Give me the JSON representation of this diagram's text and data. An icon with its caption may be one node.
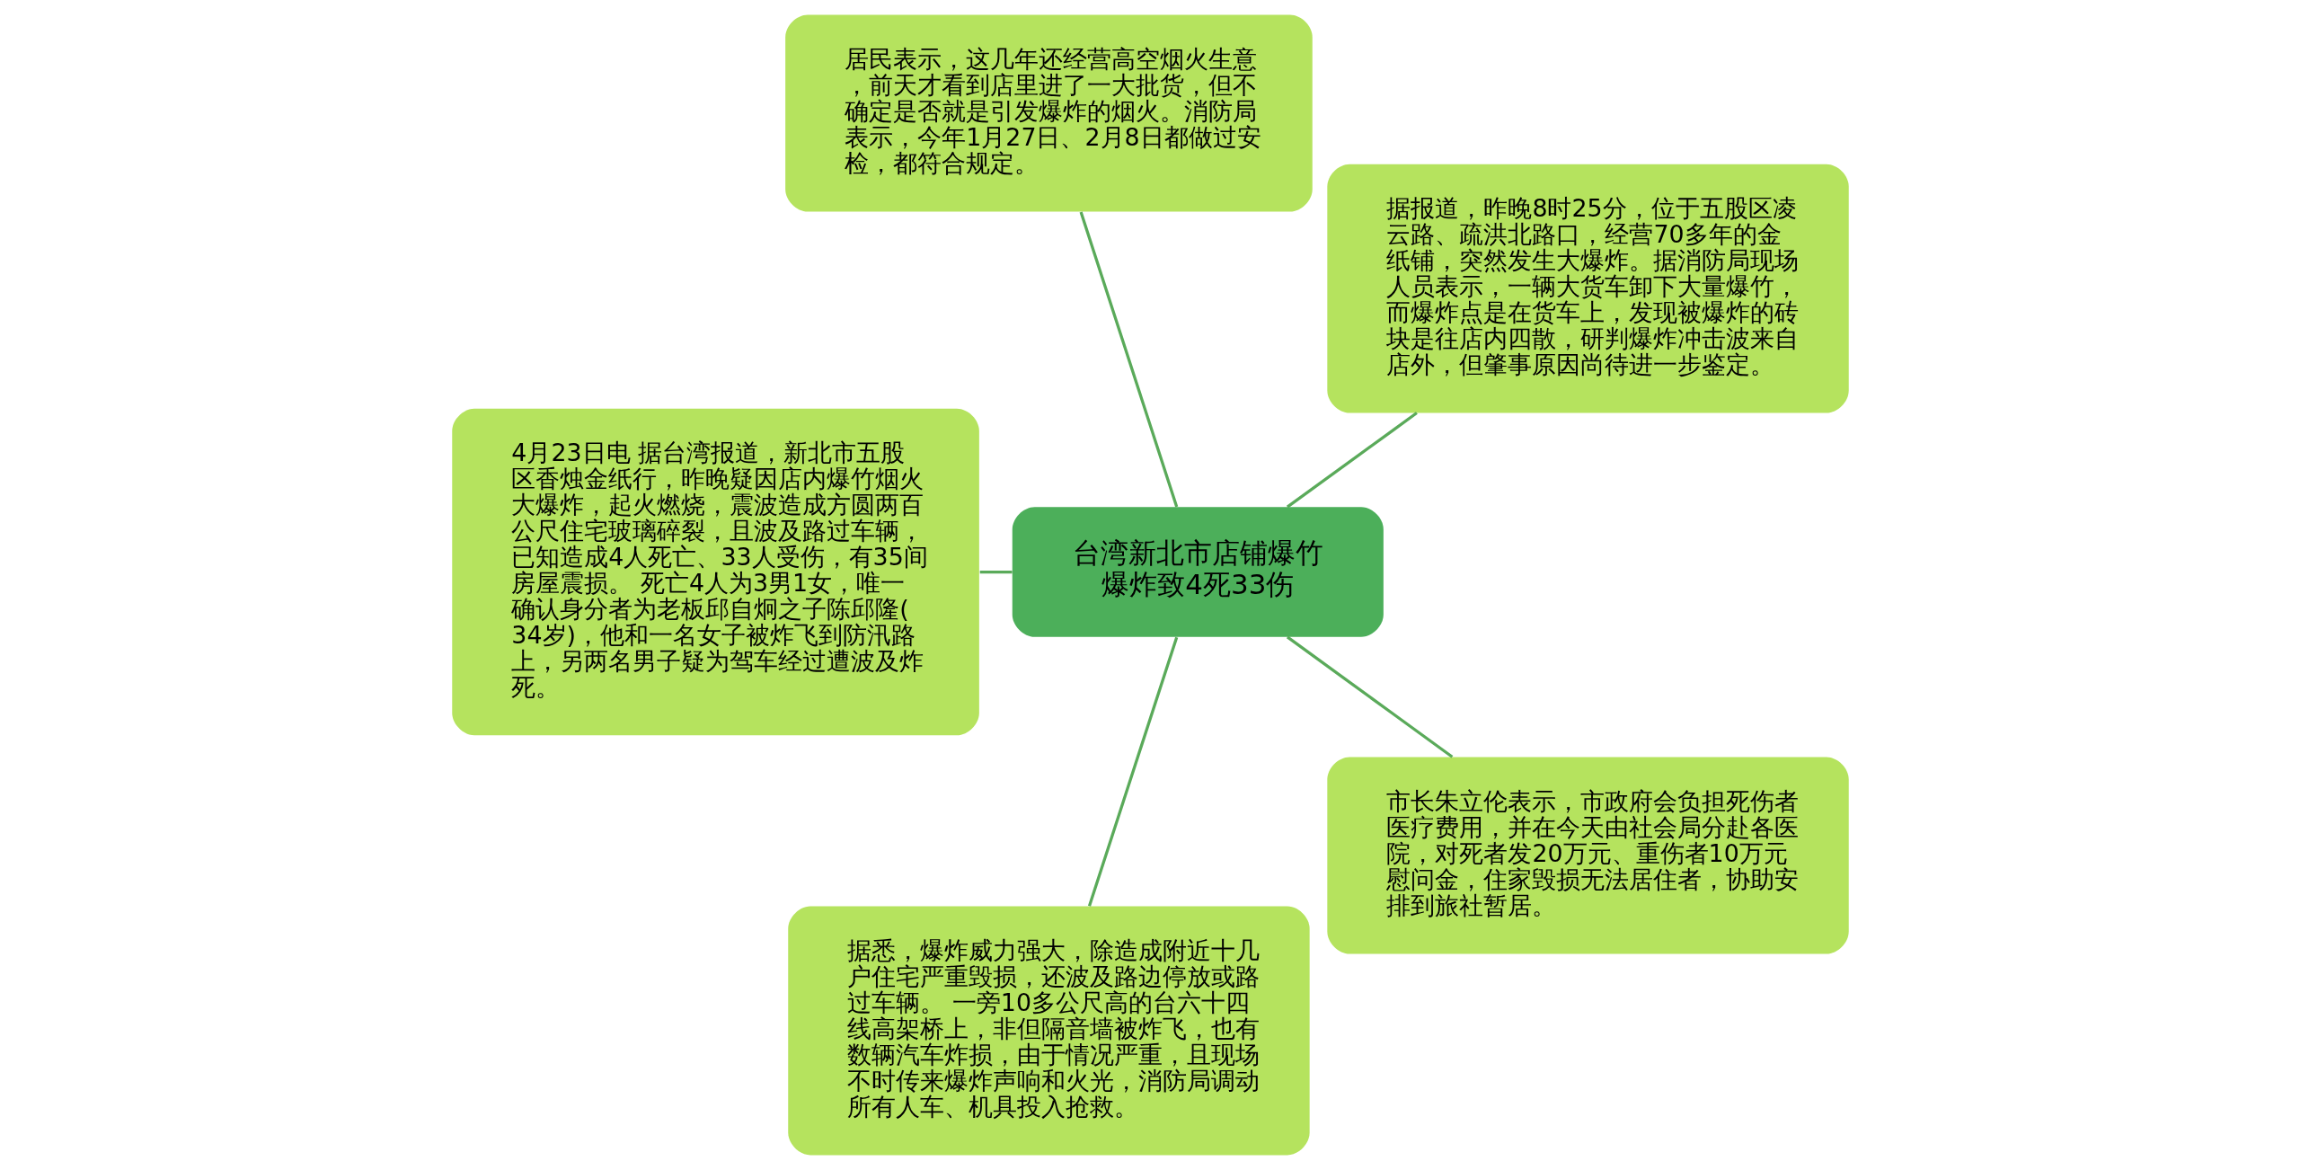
{
  "diagram": {
    "nodes": [
      {
        "text": [
          "台湾新北市店铺爆竹爆炸致4死33伤"
        ]
      },
      {
        "text": [
          "据报道，昨晚8时25分，位于五股区凌云路、疏洪北路口，经营70多年的金纸铺，突然发生大爆炸。据消防局现场人员表示，一辆大货车卸下大量爆竹，而爆炸点是在货车上，发现被爆炸的砖块是往店内四散，研判爆炸冲击波来自店外，但肇事原因尚待进一步鉴定。"
        ]
      },
      {
        "text": [
          "居民表示，这几年还经营高空烟火生意，前天才看到店里进了一大批货，但不确定是否就是引发爆炸的烟火。消防局表示，今年1月27日、2月8日都做过安检，都符合规定。"
        ]
      },
      {
        "text": [
          "4月23日电 据台湾报道，新北市五股区香烛金纸行，昨晚疑因店内爆竹烟火大爆炸，起火燃烧，震波造成方圆两百公尺住宅玻璃碎裂，且波及路过车辆，已知造成4人死亡、33人受伤，有35间房屋震损。 死亡4人为3男1女，唯一确认身分者为老板邱自炯之子陈邱隆(34岁)，他和一名女子被炸飞到防汛路上，另两名男子疑为驾车经过遭波及炸死。"
        ]
      },
      {
        "text": [
          "据悉，爆炸威力强大，除造成附近十几户住宅严重毁损，还波及路边停放或路过车辆。 一旁10多公尺高的台六十四线高架桥上，非但隔音墙被炸飞，也有数辆汽车炸损，由于情况严重，且现场不时传来爆炸声响和火光，消防局调动所有人车、机具投入抢救。"
        ]
      },
      {
        "text": [
          "市长朱立伦表示，市政府会负担死伤者医疗费用，并在今天由社会局分赴各医院，对死者发20万元、重伤者10万元慰问金，住家毁损无法居住者，协助安排到旅社暂居。"
        ]
      }
    ],
    "edges": [
      {
        "from": 0,
        "to": 1,
        "arrow": "none"
      },
      {
        "from": 0,
        "to": 2,
        "arrow": "none"
      },
      {
        "from": 0,
        "to": 3,
        "arrow": "none"
      },
      {
        "from": 0,
        "to": 4,
        "arrow": "none"
      },
      {
        "from": 0,
        "to": 5,
        "arrow": "none"
      }
    ]
  }
}
